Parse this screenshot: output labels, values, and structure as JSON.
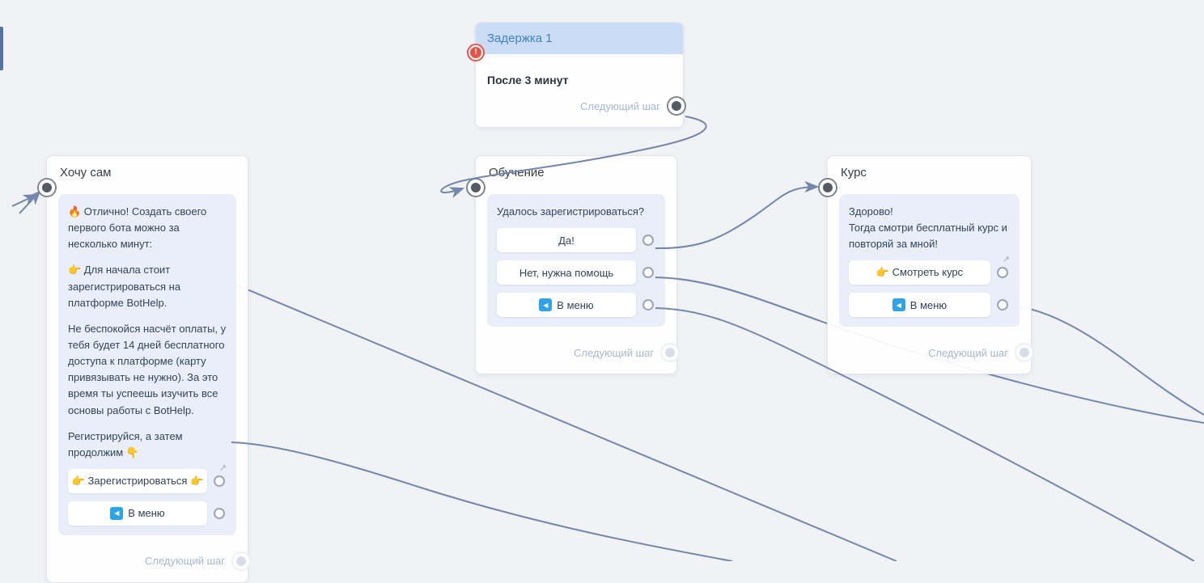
{
  "colors": {
    "canvas_bg": "#f0f2f6",
    "edge": "#7287ab",
    "delay_header_bg": "#cbddf6",
    "delay_header_text": "#4181c6",
    "bubble_bg": "#e9eef8",
    "message_text": "#31445b",
    "next_step_text": "#a6b8d2",
    "alert_red": "#e4564c",
    "back_icon_blue": "#2fa3e9"
  },
  "nodes": {
    "delay": {
      "title": "Задержка 1",
      "body": "После 3 минут",
      "alert_glyph": "!",
      "next_label": "Следующий шаг"
    },
    "self": {
      "title": "Хочу сам",
      "paragraphs": [
        "🔥 Отлично! Создать своего первого бота можно за несколько минут:",
        "👉 Для начала стоит зарегистрироваться на платформе BotHelp.",
        "Не беспокойся насчёт оплаты, у тебя будет 14 дней бесплатного доступа к платформе (карту привязывать не нужно). За это время ты успеешь изучить все основы работы с BotHelp.",
        "Регистрируйся, а затем продолжим 👇"
      ],
      "buttons": {
        "register": {
          "label": "👉 Зарегистрироваться 👉",
          "external": "↗"
        },
        "menu": {
          "label": "В меню",
          "icon": "◀"
        }
      },
      "next_label": "Следующий шаг"
    },
    "training": {
      "title": "Обучение",
      "question": "Удалось зарегистрироваться?",
      "buttons": {
        "yes": {
          "label": "Да!"
        },
        "no": {
          "label": "Нет, нужна помощь"
        },
        "menu": {
          "label": "В меню",
          "icon": "◀"
        }
      },
      "next_label": "Следующий шаг"
    },
    "course": {
      "title": "Курс",
      "lines": [
        "Здорово!",
        "Тогда смотри бесплатный курс и повторяй за мной!"
      ],
      "buttons": {
        "watch": {
          "label": "👉 Смотреть курс",
          "external": "↗"
        },
        "menu": {
          "label": "В меню",
          "icon": "◀"
        }
      },
      "next_label": "Следующий шаг"
    }
  }
}
